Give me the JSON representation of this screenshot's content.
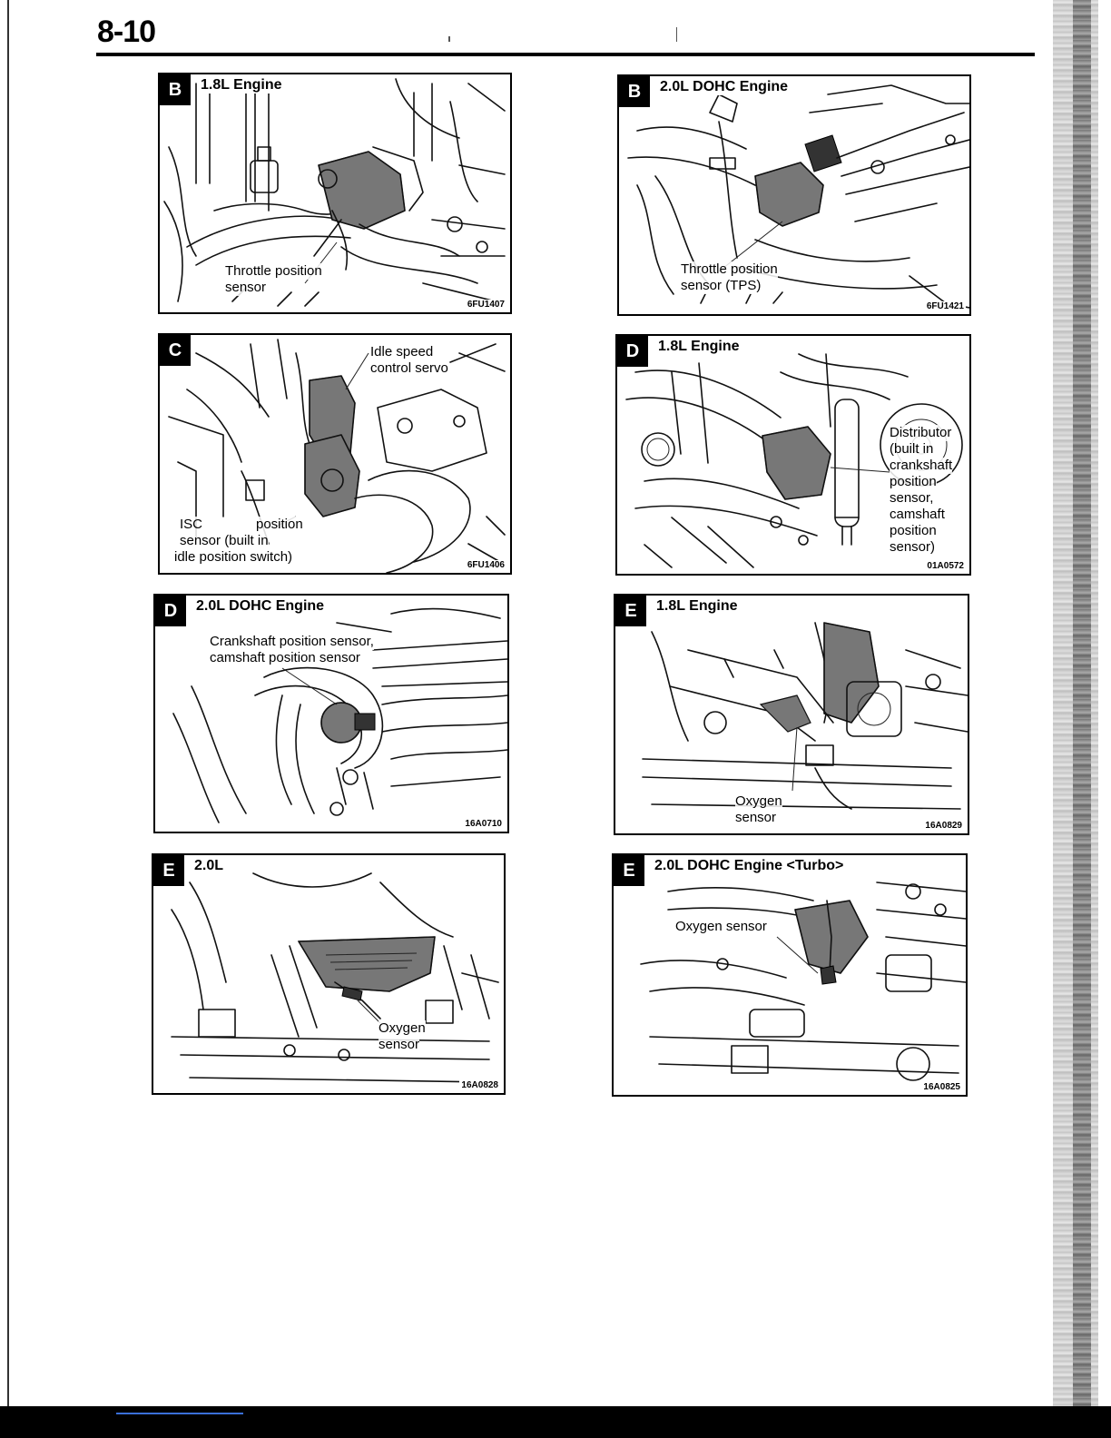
{
  "page": {
    "number": "8-10"
  },
  "panels": [
    {
      "badge": "B",
      "title": "1.8L Engine",
      "labels": [
        "Throttle position",
        "sensor"
      ],
      "code": "6FU1407"
    },
    {
      "badge": "B",
      "title": "2.0L DOHC Engine",
      "labels": [
        "Throttle position",
        "sensor (TPS)"
      ],
      "code": "6FU1421"
    },
    {
      "badge": "C",
      "title": "",
      "labels": [
        "Idle speed",
        "control servo",
        "ISC",
        "position",
        "sensor (built in",
        "idle position switch)"
      ],
      "code": "6FU1406"
    },
    {
      "badge": "D",
      "title": "1.8L Engine",
      "labels": [
        "Distributor",
        "(built in",
        "crankshaft",
        "position",
        "sensor,",
        "camshaft",
        "position",
        "sensor)"
      ],
      "code": "01A0572"
    },
    {
      "badge": "D",
      "title": "2.0L DOHC Engine",
      "labels": [
        "Crankshaft position sensor,",
        "camshaft position sensor"
      ],
      "code": "16A0710"
    },
    {
      "badge": "E",
      "title": "1.8L Engine",
      "labels": [
        "Oxygen",
        "sensor"
      ],
      "code": "16A0829"
    },
    {
      "badge": "E",
      "title": "2.0L",
      "labels": [
        "Oxygen",
        "sensor"
      ],
      "code": "16A0828"
    },
    {
      "badge": "E",
      "title": "2.0L DOHC Engine <Turbo>",
      "labels": [
        "Oxygen sensor"
      ],
      "code": "16A0825"
    }
  ]
}
